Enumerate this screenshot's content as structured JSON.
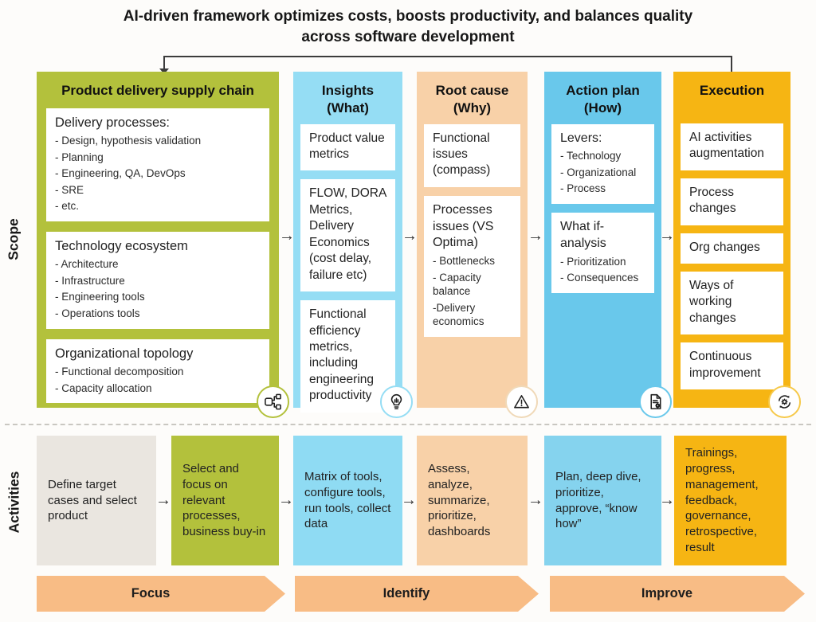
{
  "title": "AI-driven framework optimizes costs, boosts productivity, and balances quality across software development",
  "arrow": "→",
  "side_labels": {
    "scope": "Scope",
    "activities": "Activities"
  },
  "colors": {
    "olive": "#b3c13c",
    "light_blue": "#95ddf4",
    "peach": "#f8d1a8",
    "blue": "#69c8eb",
    "yellow": "#f6b513",
    "gray": "#eae6e0",
    "banner_peach": "#f8bc85"
  },
  "columns": [
    {
      "header": "Product delivery supply chain",
      "color": "#b3c13c",
      "icon": "workflow-icon",
      "boxes": [
        {
          "title": "Delivery processes:",
          "items": [
            "- Design, hypothesis validation",
            "- Planning",
            "- Engineering, QA, DevOps",
            "- SRE",
            "- etc."
          ]
        },
        {
          "title": "Technology ecosystem",
          "items": [
            "- Architecture",
            "- Infrastructure",
            "- Engineering tools",
            "- Operations tools"
          ]
        },
        {
          "title": "Organizational topology",
          "items": [
            "- Functional decomposition",
            "- Capacity allocation"
          ]
        }
      ]
    },
    {
      "header": "Insights (What)",
      "color": "#95ddf4",
      "icon": "lightbulb-icon",
      "boxes": [
        {
          "title": "Product value metrics"
        },
        {
          "title": "FLOW, DORA Metrics, Delivery Economics (cost delay, failure etc)"
        },
        {
          "title": "Functional efficiency metrics, including engineering productivity"
        }
      ]
    },
    {
      "header": "Root cause (Why)",
      "color": "#f8d1a8",
      "icon": "warning-icon",
      "boxes": [
        {
          "title": "Functional issues (compass)"
        },
        {
          "title": "Processes issues (VS Optima)",
          "items": [
            "- Bottlenecks",
            "- Capacity balance",
            "-Delivery economics"
          ]
        }
      ]
    },
    {
      "header": "Action plan (How)",
      "color": "#69c8eb",
      "icon": "document-gear-icon",
      "boxes": [
        {
          "title": "Levers:",
          "items": [
            "- Technology",
            "- Organizational",
            "- Process"
          ]
        },
        {
          "title": "What if- analysis",
          "items": [
            "- Prioritization",
            "- Consequences"
          ]
        }
      ]
    },
    {
      "header": "Execution",
      "color": "#f6b513",
      "icon": "gear-sync-icon",
      "boxes": [
        {
          "title": "AI activities augmentation"
        },
        {
          "title": "Process changes"
        },
        {
          "title": "Org changes"
        },
        {
          "title": "Ways of working changes"
        },
        {
          "title": "Continuous improvement"
        }
      ]
    }
  ],
  "activities": [
    {
      "text": "Define target cases and select product",
      "color": "#eae6e0"
    },
    {
      "text": "Select and focus on relevant processes, business buy-in",
      "color": "#b3c13c"
    },
    {
      "text": "Matrix of tools, configure tools, run tools, collect data",
      "color": "#8fdbf3"
    },
    {
      "text": "Assess, analyze, summarize, prioritize, dashboards",
      "color": "#f8d1a8"
    },
    {
      "text": "Plan, deep dive, prioritize, approve, “know how”",
      "color": "#85d3ee"
    },
    {
      "text": "Trainings, progress, management, feedback, governance, retrospective, result",
      "color": "#f6b513"
    }
  ],
  "banners": [
    {
      "label": "Focus"
    },
    {
      "label": "Identify"
    },
    {
      "label": "Improve"
    }
  ]
}
